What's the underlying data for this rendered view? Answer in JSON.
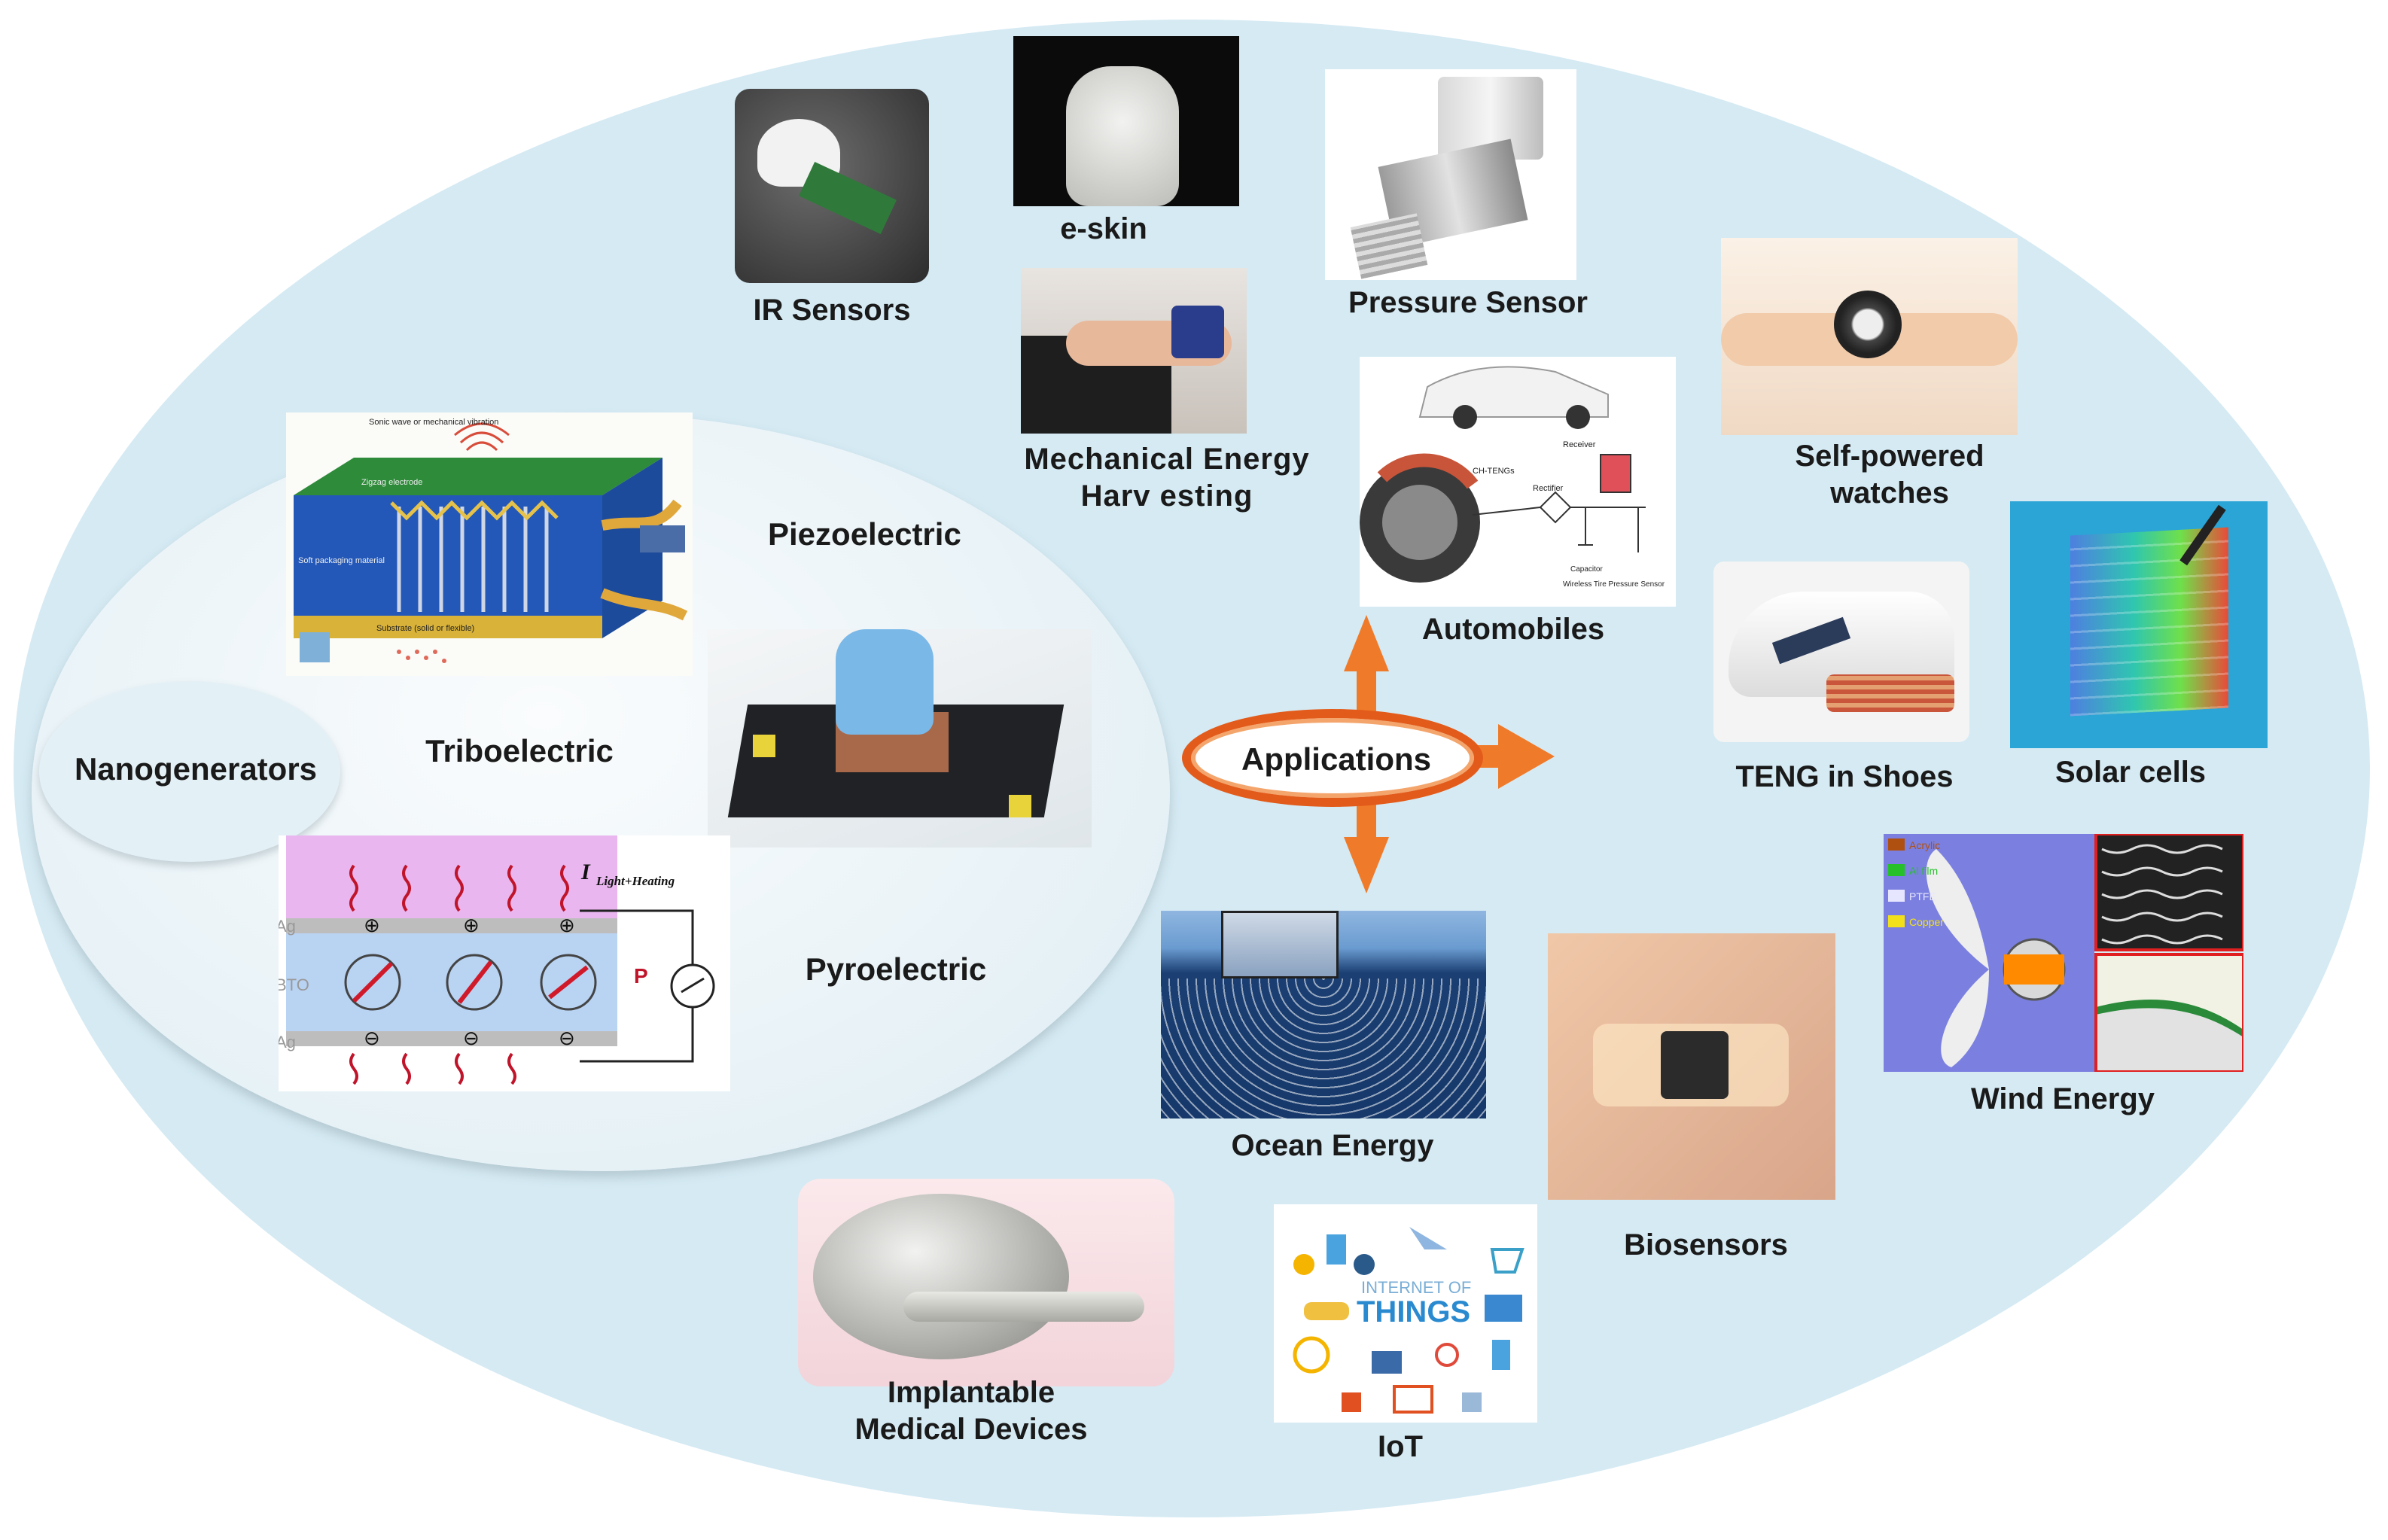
{
  "center": {
    "label": "Applications"
  },
  "nanogenerators": {
    "label": "Nanogenerators",
    "types": [
      {
        "label": "Piezoelectric"
      },
      {
        "label": "Triboelectric"
      },
      {
        "label": "Pyroelectric"
      }
    ],
    "piezo_figure": {
      "texts": [
        "Sonic wave or mechanical vibration",
        "Zigzag electrode",
        "Soft packaging material",
        "Substrate (solid or flexible)"
      ]
    },
    "pyro_figure": {
      "current": "I",
      "current_sub": "Light+Heating",
      "layers": [
        "Ag",
        "BTO",
        "Ag"
      ],
      "polar": "P"
    }
  },
  "applications": [
    {
      "label": "IR Sensors"
    },
    {
      "label": "e-skin"
    },
    {
      "label": "Mechanical Energy\nHarv esting"
    },
    {
      "label": "Pressure Sensor"
    },
    {
      "label": "Automobiles"
    },
    {
      "label": "Self-powered\nwatches"
    },
    {
      "label": "TENG in Shoes"
    },
    {
      "label": "Solar cells"
    },
    {
      "label": "Wind Energy"
    },
    {
      "label": "Biosensors"
    },
    {
      "label": "Ocean Energy"
    },
    {
      "label": "IoT"
    },
    {
      "label": "Implantable\nMedical Devices"
    }
  ],
  "automobile_figure": {
    "texts": [
      "Receiver",
      "CH-TENGs",
      "Rectifier",
      "Capacitor",
      "Wireless Tire Pressure Sensor"
    ]
  },
  "wind_figure": {
    "legend": [
      "Acrylic",
      "Al film",
      "PTFE",
      "Copper"
    ]
  },
  "iot_figure": {
    "text_line1": "INTERNET OF",
    "text_line2": "THINGS"
  },
  "colors": {
    "background_oval": "#d5eaf3",
    "arrow": "#ef7b2a",
    "center_ring": "#e35b1a"
  }
}
